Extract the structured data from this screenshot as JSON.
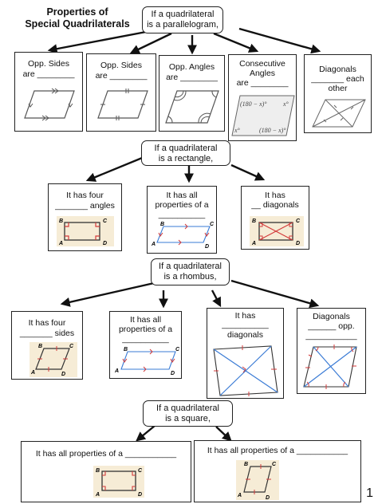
{
  "title": {
    "line1": "Properties of",
    "line2": "Special Quadrilaterals"
  },
  "parallelogram": {
    "header": {
      "line1": "If a quadrilateral",
      "line2": "is a parallelogram,"
    },
    "cards": [
      {
        "line1": "Opp. Sides",
        "line2": "are ________"
      },
      {
        "line1": "Opp. Sides",
        "line2": "are ________"
      },
      {
        "line1": "Opp. Angles",
        "line2": "are ________"
      },
      {
        "line1": "Consecutive",
        "line2": "Angles",
        "line3": "are ________",
        "angle1": "(180 − x)°",
        "angle2": "x°",
        "angle3": "x°",
        "angle4": "(180 − x)°"
      },
      {
        "line1": "Diagonals",
        "line2": "_______ each",
        "line3": "other"
      }
    ]
  },
  "rectangle": {
    "header": {
      "line1": "If a quadrilateral",
      "line2": "is a rectangle,"
    },
    "cards": [
      {
        "line1": "It has four",
        "line2": "_______ angles"
      },
      {
        "line1": "It has all",
        "line2": "properties of a",
        "line3": "__________"
      },
      {
        "line1": "It has",
        "line2": "__ diagonals"
      }
    ]
  },
  "rhombus": {
    "header": {
      "line1": "If a quadrilateral",
      "line2": "is a rhombus,"
    },
    "cards": [
      {
        "line1": "It has four",
        "line2": "_______ sides"
      },
      {
        "line1": "It has all",
        "line2": "properties of a",
        "line3": "__________"
      },
      {
        "line1": "It has",
        "line2": "__________",
        "line3": "diagonals"
      },
      {
        "line1": "Diagonals",
        "line2": "______ opp.",
        "line3": "___________"
      }
    ]
  },
  "square": {
    "header": {
      "line1": "If a quadrilateral",
      "line2": "is a square,"
    },
    "cards": [
      {
        "line1": "It has all properties of a ___________"
      },
      {
        "line1": "It has all properties of a ___________"
      }
    ]
  },
  "vertex_labels": {
    "a": "A",
    "b": "B",
    "c": "C",
    "d": "D"
  },
  "page_number": "1",
  "colors": {
    "line": "#222222",
    "tick": "#d33a3a",
    "blue": "#3a7bd5",
    "photo_bg": "#f6ecd6"
  }
}
